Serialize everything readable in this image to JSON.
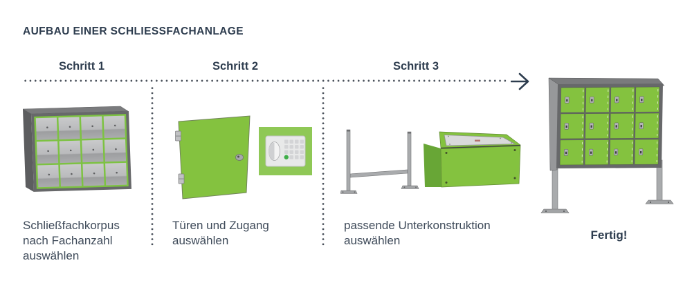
{
  "title": "AUFBAU EINER SCHLIESSFACHANLAGE",
  "steps": [
    {
      "label": "Schritt 1",
      "caption": "Schließfachkorpus\nnach Fachanzahl\nauswählen",
      "graphic": "locker-corpus-12-compartments"
    },
    {
      "label": "Schritt 2",
      "caption": "Türen und Zugang\nauswählen",
      "graphic": "green-locker-door-and-electronic-keypad-lock"
    },
    {
      "label": "Schritt 3",
      "caption": "passende Unterkonstruktion\nauswählen",
      "graphic": "metal-stand-frame-and-green-base-plinth"
    }
  ],
  "result": {
    "label": "Fertig!",
    "graphic": "assembled-locker-on-stand-12-green-doors"
  },
  "icons": {
    "arrow_right": "→"
  },
  "colors": {
    "heading": "#2d3c4e",
    "body": "#3e4a59",
    "dots": "#4b525c",
    "green": "#84c23f",
    "green-light": "#8fc856",
    "green-dark": "#68a636",
    "green-grid": "#7dc242",
    "frame-gray": "#67686a",
    "frame-top": "#7a7b7d",
    "frame-side": "#5c5d5f",
    "metal-gray": "#a9abad",
    "panel-gray": "#e8e9e9",
    "key-green": "#3fae49"
  }
}
